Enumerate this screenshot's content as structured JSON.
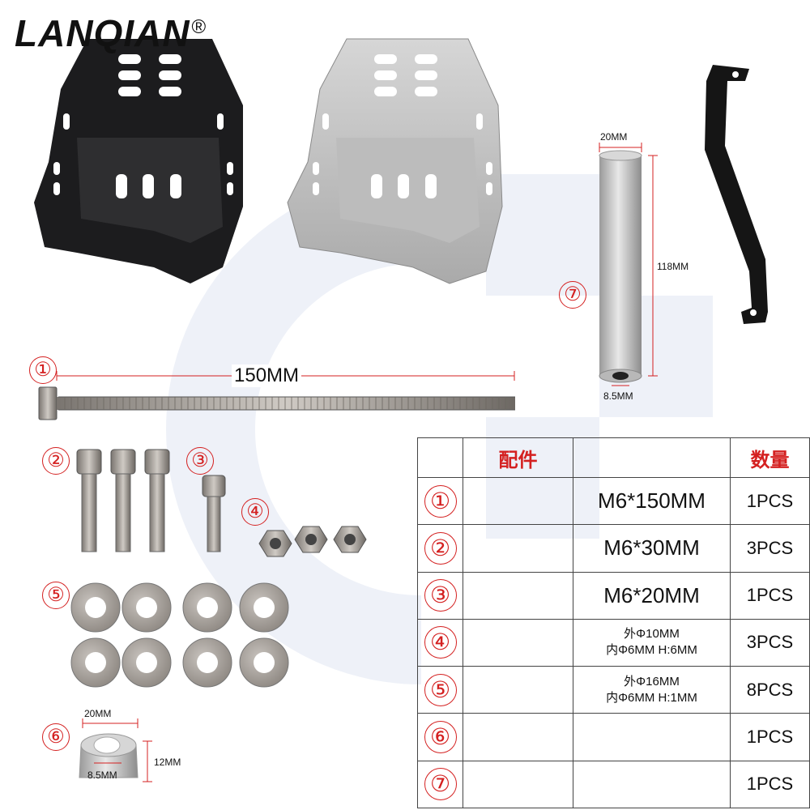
{
  "brand": {
    "name": "LANQIAN",
    "mark": "®"
  },
  "dimensions": {
    "sleeve_width": "20MM",
    "sleeve_length": "118MM",
    "sleeve_hole": "8.5MM",
    "bolt_length": "150MM",
    "spacer_width": "20MM",
    "spacer_height": "12MM",
    "spacer_hole": "8.5MM"
  },
  "part_markers": [
    "①",
    "②",
    "③",
    "④",
    "⑤",
    "⑥",
    "⑦"
  ],
  "table": {
    "header_part": "配件",
    "header_qty": "数量",
    "rows": [
      {
        "num": "①",
        "spec": "M6*150MM",
        "spec2": "",
        "qty": "1PCS"
      },
      {
        "num": "②",
        "spec": "M6*30MM",
        "spec2": "",
        "qty": "3PCS"
      },
      {
        "num": "③",
        "spec": "M6*20MM",
        "spec2": "",
        "qty": "1PCS"
      },
      {
        "num": "④",
        "spec": "外Φ10MM",
        "spec2": "内Φ6MM H:6MM",
        "qty": "3PCS"
      },
      {
        "num": "⑤",
        "spec": "外Φ16MM",
        "spec2": "内Φ6MM H:1MM",
        "qty": "8PCS"
      },
      {
        "num": "⑥",
        "spec": "",
        "spec2": "",
        "qty": "1PCS"
      },
      {
        "num": "⑦",
        "spec": "",
        "spec2": "",
        "qty": "1PCS"
      }
    ]
  }
}
